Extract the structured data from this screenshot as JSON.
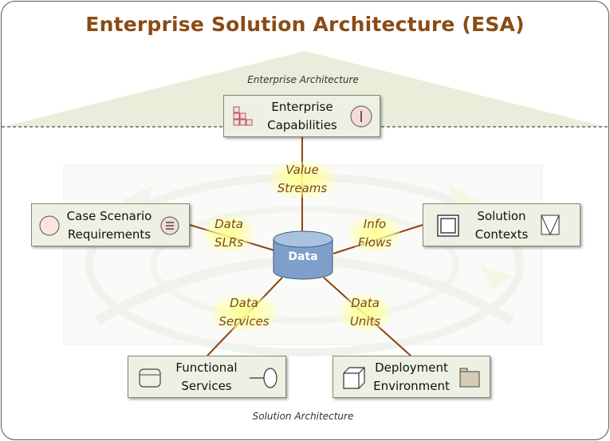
{
  "title": "Enterprise Solution Architecture (ESA)",
  "captions": {
    "top": "Enterprise Architecture",
    "bottom": "Solution Architecture"
  },
  "center": {
    "label": "Data"
  },
  "boxes": {
    "enterprise_capabilities": [
      "Enterprise",
      "Capabilities"
    ],
    "case_scenario": [
      "Case Scenario",
      "Requirements"
    ],
    "solution_contexts": [
      "Solution",
      "Contexts"
    ],
    "functional_services": [
      "Functional",
      "Services"
    ],
    "deployment_environment": [
      "Deployment",
      "Environment"
    ]
  },
  "connectors": {
    "value_streams": [
      "Value",
      "Streams"
    ],
    "data_slrs": [
      "Data",
      "SLRs"
    ],
    "info_flows": [
      "Info",
      "Flows"
    ],
    "data_services": [
      "Data",
      "Services"
    ],
    "data_units": [
      "Data",
      "Units"
    ]
  },
  "colors": {
    "title": "#8a4b16",
    "box_fill": "#eef0e4",
    "connector_line": "#8b4513",
    "data_cylinder": "#7e9fc9",
    "tag_text": "#7a4a12",
    "highlight": "#ffff99",
    "roof": "#e6ecd6"
  },
  "icons": {
    "enterprise_capabilities": [
      "capability-grid-icon",
      "capability-circle-icon"
    ],
    "case_scenario": [
      "case-circle-icon",
      "requirements-list-icon"
    ],
    "solution_contexts": [
      "context-frame-icon",
      "context-triangle-icon"
    ],
    "functional_services": [
      "service-window-icon",
      "service-interface-icon"
    ],
    "deployment_environment": [
      "deployment-node-icon",
      "deployment-folder-icon"
    ]
  }
}
